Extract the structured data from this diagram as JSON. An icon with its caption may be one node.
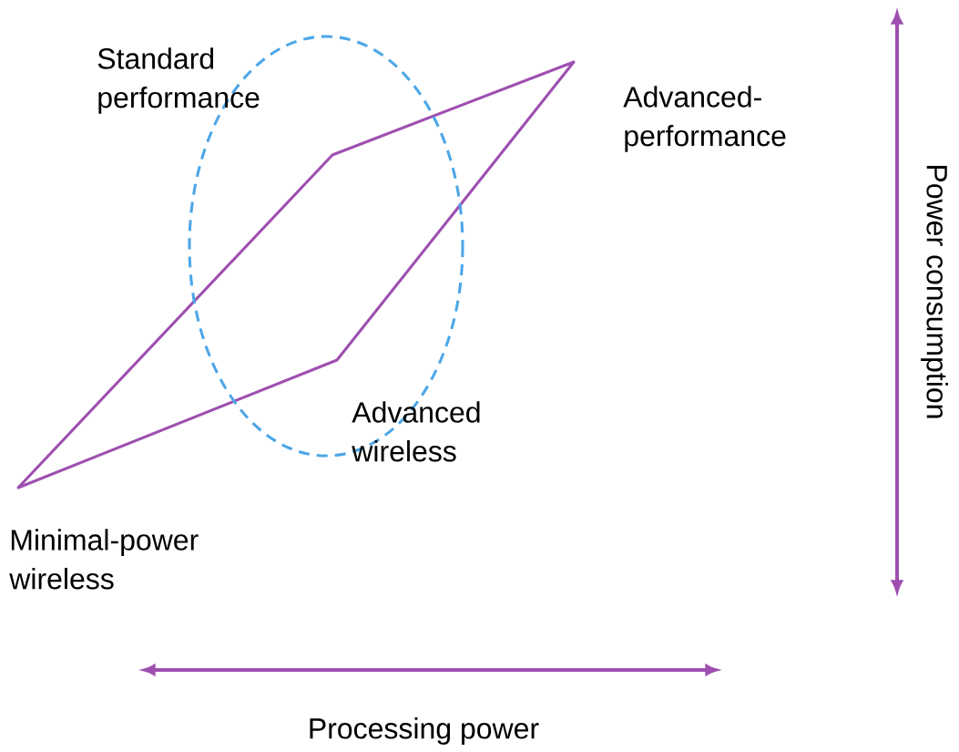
{
  "diagram": {
    "labels": [
      "Standard performance",
      "Advanced-performance",
      "Power consumption",
      "Advanced wireless",
      "Minimal-power wireless",
      "Processing power"
    ]
  }
}
